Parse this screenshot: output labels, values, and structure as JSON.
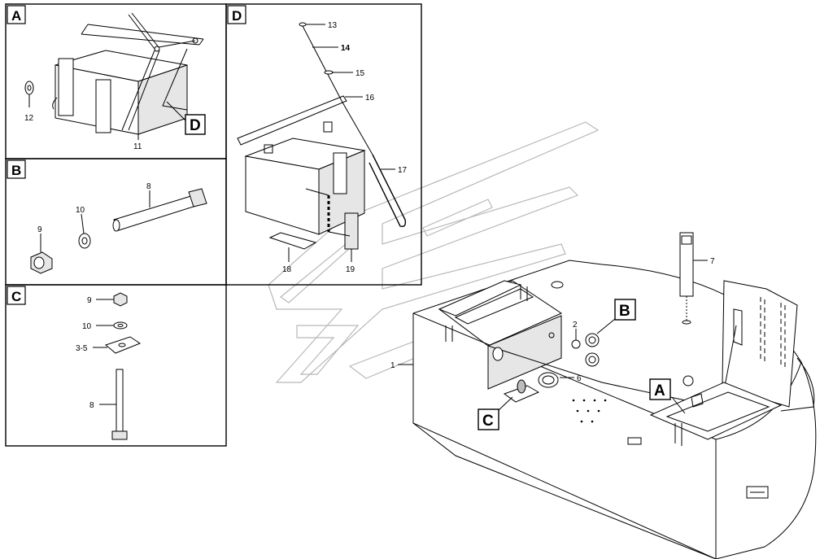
{
  "panels": {
    "A": {
      "tag": "A",
      "callouts": {
        "p12": "12",
        "p11": "11"
      },
      "ref_tag": "D"
    },
    "B": {
      "tag": "B",
      "callouts": {
        "p8": "8",
        "p10": "10",
        "p9": "9"
      }
    },
    "C": {
      "tag": "C",
      "callouts": {
        "p9": "9",
        "p10": "10",
        "p35": "3-5",
        "p8": "8"
      }
    },
    "D": {
      "tag": "D",
      "callouts": {
        "p13": "13",
        "p14": "14",
        "p15": "15",
        "p16": "16",
        "p17": "17",
        "p18": "18",
        "p19": "19"
      }
    }
  },
  "main": {
    "callouts": {
      "p1": "1",
      "p2": "2",
      "p6": "6",
      "p7": "7"
    },
    "tags": {
      "A": "A",
      "B": "B",
      "C": "C"
    }
  }
}
